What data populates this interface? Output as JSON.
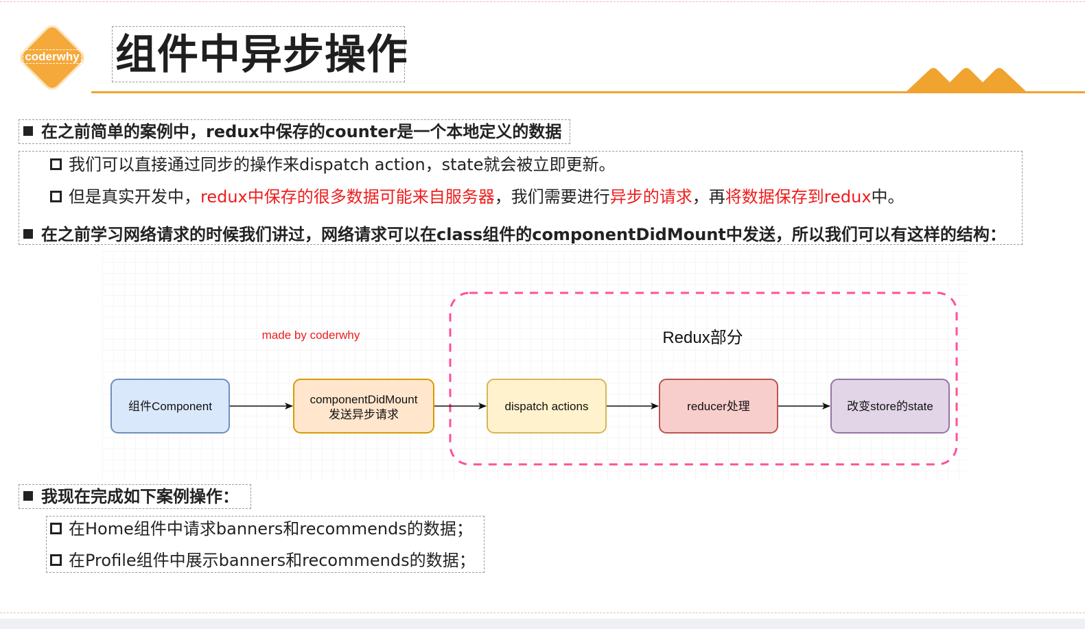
{
  "logo": {
    "text": "coderwhy"
  },
  "title": "组件中异步操作",
  "bullets": {
    "b1": {
      "text": "在之前简单的案例中，redux中保存的counter是一个本地定义的数据"
    },
    "b1_sub1": {
      "text": "我们可以直接通过同步的操作来dispatch action，state就会被立即更新。"
    },
    "b1_sub2": {
      "p1": "但是真实开发中，",
      "p2": "redux中保存的很多数据可能来自服务器",
      "p3": "，我们需要进行",
      "p4": "异步的请求",
      "p5": "，再",
      "p6": "将数据保存到redux",
      "p7": "中。"
    },
    "b2": {
      "text": "在之前学习网络请求的时候我们讲过，网络请求可以在class组件的componentDidMount中发送，所以我们可以有这样的结构："
    },
    "b3": {
      "text": "我现在完成如下案例操作："
    },
    "b3_sub1": {
      "text": "在Home组件中请求banners和recommends的数据；"
    },
    "b3_sub2": {
      "text": "在Profile组件中展示banners和recommends的数据；"
    }
  },
  "diagram": {
    "watermark": "made by coderwhy",
    "group_label": "Redux部分",
    "nodes": [
      {
        "line1": "组件Component",
        "line2": "",
        "fill": "#dae8fc",
        "stroke": "#6c8ebf"
      },
      {
        "line1": "componentDidMount",
        "line2": "发送异步请求",
        "fill": "#ffe6cc",
        "stroke": "#d79b00"
      },
      {
        "line1": "dispatch actions",
        "line2": "",
        "fill": "#fff2cc",
        "stroke": "#d6b656"
      },
      {
        "line1": "reducer处理",
        "line2": "",
        "fill": "#f8cecc",
        "stroke": "#b85450"
      },
      {
        "line1": "改变store的state",
        "line2": "",
        "fill": "#e1d5e7",
        "stroke": "#9673a6"
      }
    ],
    "group_stroke": "#ff4f9a",
    "watermark_color": "#ee1c1c"
  },
  "colors": {
    "accent": "#f0a32e",
    "highlight": "#ee1c1c"
  }
}
